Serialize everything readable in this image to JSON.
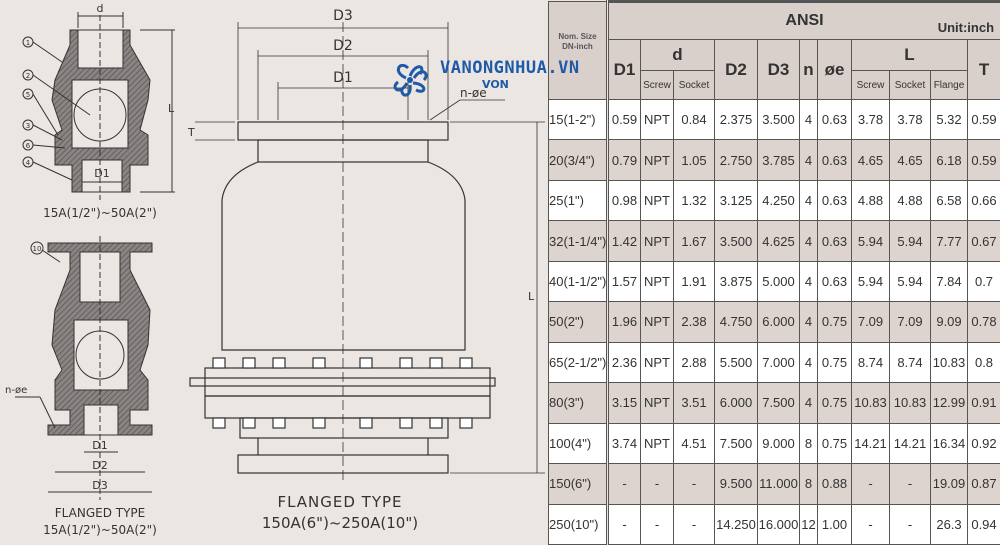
{
  "drawings": {
    "small_top": {
      "caption": "15A(1/2\")~50A(2\")",
      "labels": [
        "d",
        "D1",
        "L"
      ],
      "callouts": [
        "1",
        "2",
        "5",
        "3",
        "6",
        "4"
      ]
    },
    "small_bottom": {
      "caption_title": "FLANGED TYPE",
      "caption": "15A(1/2\")~50A(2\")",
      "labels": [
        "n-øe",
        "D1",
        "D2",
        "D3"
      ],
      "callouts": [
        "10"
      ]
    },
    "large": {
      "caption_title": "FLANGED TYPE",
      "caption": "150A(6\")~250A(10\")",
      "labels": [
        "D3",
        "D2",
        "D1",
        "n-øe",
        "T",
        "L"
      ]
    }
  },
  "logo": {
    "text": "VANONGNHUA.VN",
    "sub": "VON",
    "color": "#1f5aa8"
  },
  "table": {
    "standard": "ANSI",
    "unit": "Unit:inch",
    "nom_size_label": [
      "Nom. Size",
      "DN-inch"
    ],
    "headers": {
      "D1": "D1",
      "d": "d",
      "d_screw": "Screw",
      "d_socket": "Socket",
      "D2": "D2",
      "D3": "D3",
      "n": "n",
      "oe": "øe",
      "L": "L",
      "L_screw": "Screw",
      "L_socket": "Socket",
      "L_flange": "Flange",
      "T": "T"
    },
    "rows": [
      [
        "15(1-2\")",
        "0.59",
        "NPT",
        "0.84",
        "2.375",
        "3.500",
        "4",
        "0.63",
        "3.78",
        "3.78",
        "5.32",
        "0.59"
      ],
      [
        "20(3/4\")",
        "0.79",
        "NPT",
        "1.05",
        "2.750",
        "3.785",
        "4",
        "0.63",
        "4.65",
        "4.65",
        "6.18",
        "0.59"
      ],
      [
        "25(1\")",
        "0.98",
        "NPT",
        "1.32",
        "3.125",
        "4.250",
        "4",
        "0.63",
        "4.88",
        "4.88",
        "6.58",
        "0.66"
      ],
      [
        "32(1-1/4\")",
        "1.42",
        "NPT",
        "1.67",
        "3.500",
        "4.625",
        "4",
        "0.63",
        "5.94",
        "5.94",
        "7.77",
        "0.67"
      ],
      [
        "40(1-1/2\")",
        "1.57",
        "NPT",
        "1.91",
        "3.875",
        "5.000",
        "4",
        "0.63",
        "5.94",
        "5.94",
        "7.84",
        "0.7"
      ],
      [
        "50(2\")",
        "1.96",
        "NPT",
        "2.38",
        "4.750",
        "6.000",
        "4",
        "0.75",
        "7.09",
        "7.09",
        "9.09",
        "0.78"
      ],
      [
        "65(2-1/2\")",
        "2.36",
        "NPT",
        "2.88",
        "5.500",
        "7.000",
        "4",
        "0.75",
        "8.74",
        "8.74",
        "10.83",
        "0.8"
      ],
      [
        "80(3\")",
        "3.15",
        "NPT",
        "3.51",
        "6.000",
        "7.500",
        "4",
        "0.75",
        "10.83",
        "10.83",
        "12.99",
        "0.91"
      ],
      [
        "100(4\")",
        "3.74",
        "NPT",
        "4.51",
        "7.500",
        "9.000",
        "8",
        "0.75",
        "14.21",
        "14.21",
        "16.34",
        "0.92"
      ],
      [
        "150(6\")",
        "-",
        "-",
        "-",
        "9.500",
        "11.000",
        "8",
        "0.88",
        "-",
        "-",
        "19.09",
        "0.87"
      ],
      [
        "250(10\")",
        "-",
        "-",
        "-",
        "14.250",
        "16.000",
        "12",
        "1.00",
        "-",
        "-",
        "26.3",
        "0.94"
      ]
    ]
  }
}
